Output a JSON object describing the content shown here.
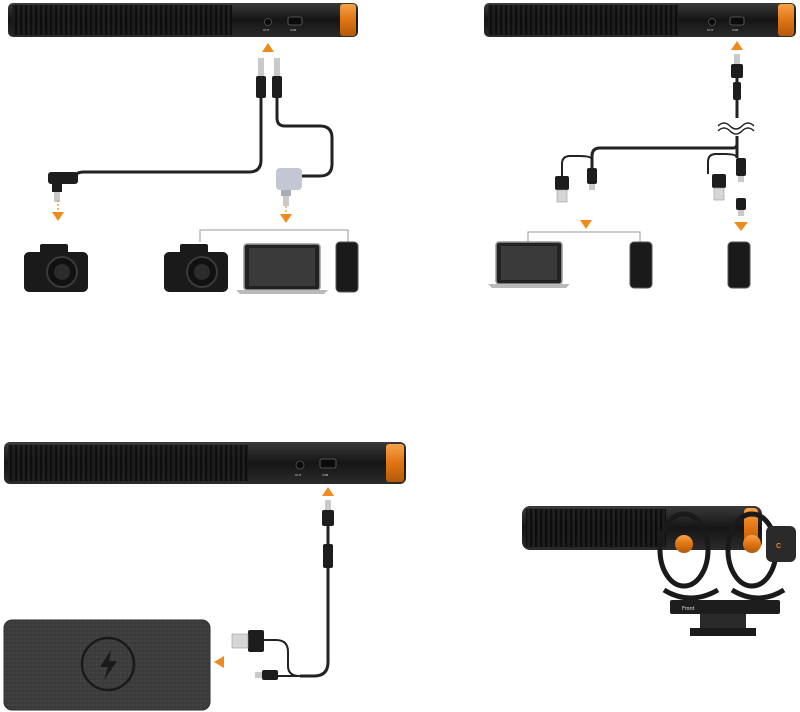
{
  "ports": {
    "out": "OUT",
    "usb": "USB"
  },
  "mount_label": "Front",
  "logo_glyph": "C",
  "colors": {
    "accent": "#f08a1c",
    "mic_body": "#1c1c1c",
    "cable": "#222222",
    "background": "#ffffff"
  },
  "icons": [
    "lightning-icon"
  ]
}
